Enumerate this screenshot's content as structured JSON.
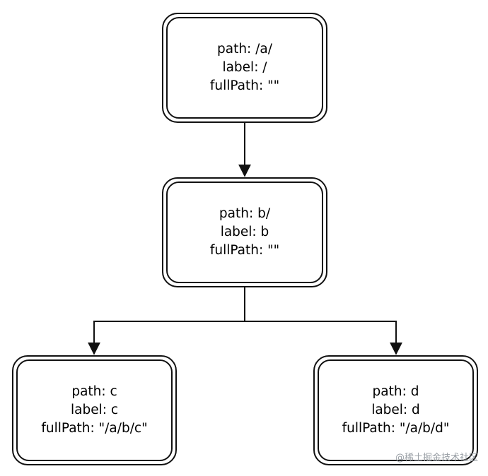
{
  "nodes": {
    "a": {
      "path": "path: /a/",
      "label": "label: /",
      "fullPath": "fullPath: \"\""
    },
    "b": {
      "path": "path: b/",
      "label": "label: b",
      "fullPath": "fullPath: \"\""
    },
    "c": {
      "path": "path: c",
      "label": "label: c",
      "fullPath": "fullPath: \"/a/b/c\""
    },
    "d": {
      "path": "path: d",
      "label": "label: d",
      "fullPath": "fullPath: \"/a/b/d\""
    }
  },
  "edges": [
    {
      "from": "a",
      "to": "b"
    },
    {
      "from": "b",
      "to": "c"
    },
    {
      "from": "b",
      "to": "d"
    }
  ],
  "watermark": "@稀土掘金技术社区",
  "colors": {
    "stroke": "#111111",
    "background": "#ffffff",
    "watermark": "#9aa0a6"
  }
}
